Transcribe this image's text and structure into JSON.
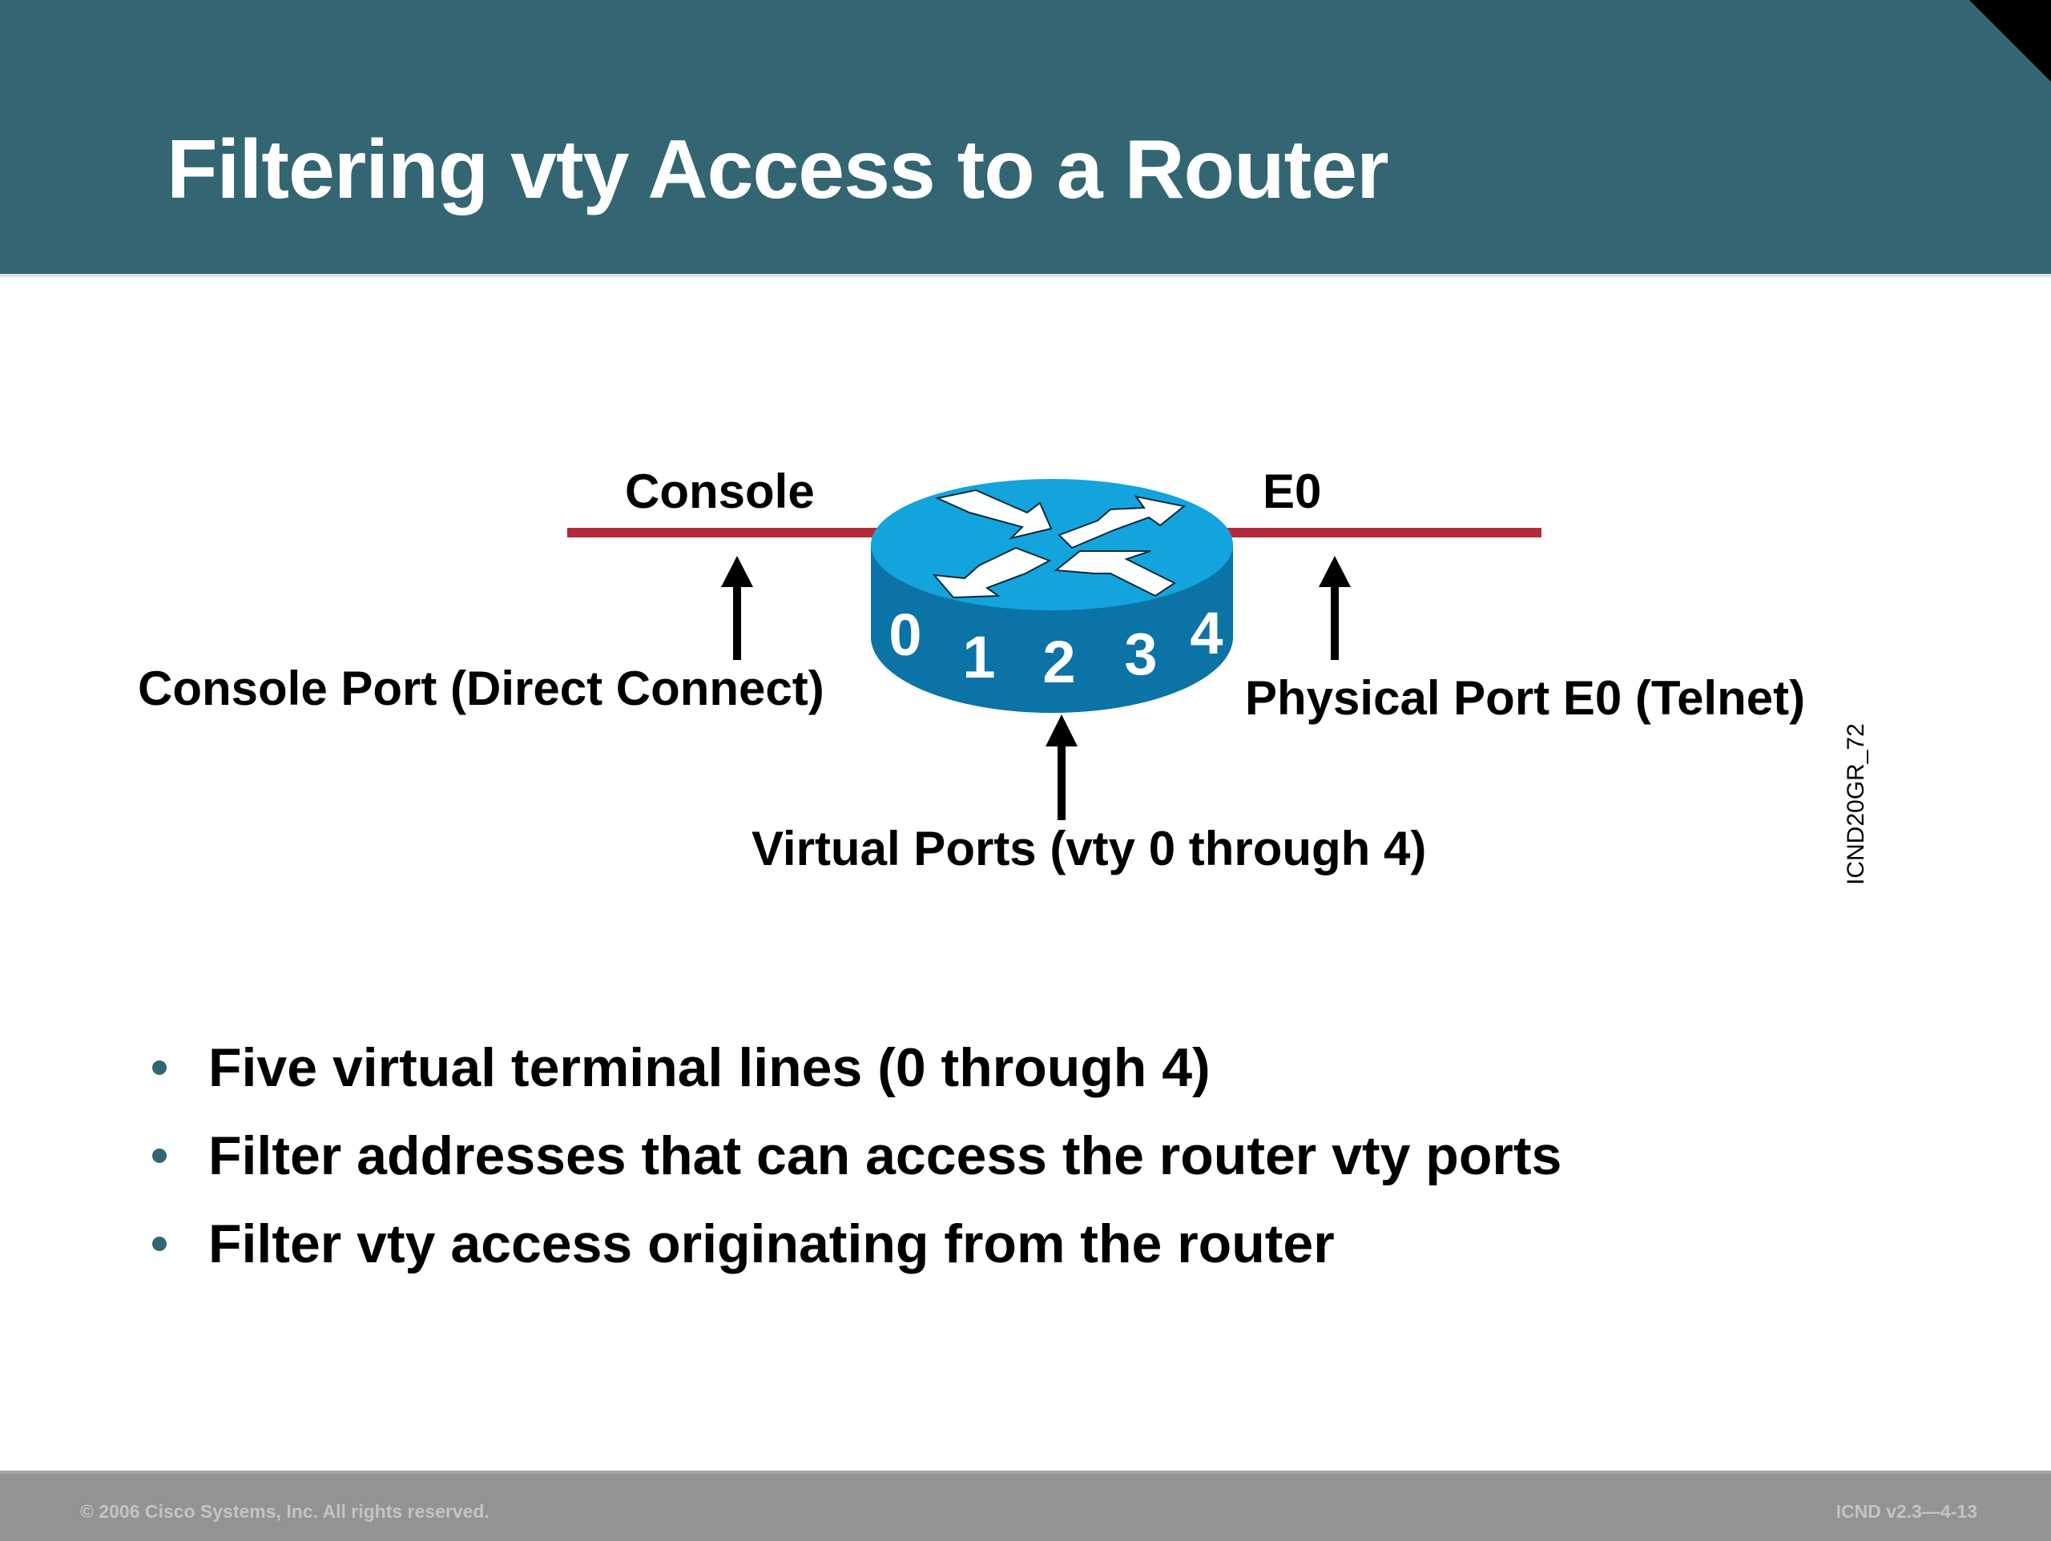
{
  "slide": {
    "title": "Filtering vty Access to a Router",
    "colors": {
      "header_bg": "#336672",
      "corner": "#000000",
      "line_red": "#b52a3a",
      "router_top": "#13a4dd",
      "router_side": "#0b73a6",
      "bullet": "#336672",
      "footer_bg": "#939393"
    }
  },
  "diagram": {
    "top_labels": {
      "console": "Console",
      "e0": "E0"
    },
    "router": {
      "icon": "router-icon",
      "port_numbers": [
        "0",
        "1",
        "2",
        "3",
        "4"
      ]
    },
    "callouts": {
      "console_port": "Console Port (Direct Connect)",
      "physical_port": "Physical Port E0 (Telnet)",
      "virtual_ports": "Virtual Ports (vty 0 through 4)"
    },
    "figure_id": "ICND20GR_72"
  },
  "bullets": [
    "Five virtual terminal lines (0 through 4)",
    "Filter addresses that can access the router vty ports",
    "Filter vty access originating from the router"
  ],
  "footer": {
    "copyright": "© 2006 Cisco Systems, Inc. All rights reserved.",
    "course_page": "ICND v2.3—4-13"
  }
}
